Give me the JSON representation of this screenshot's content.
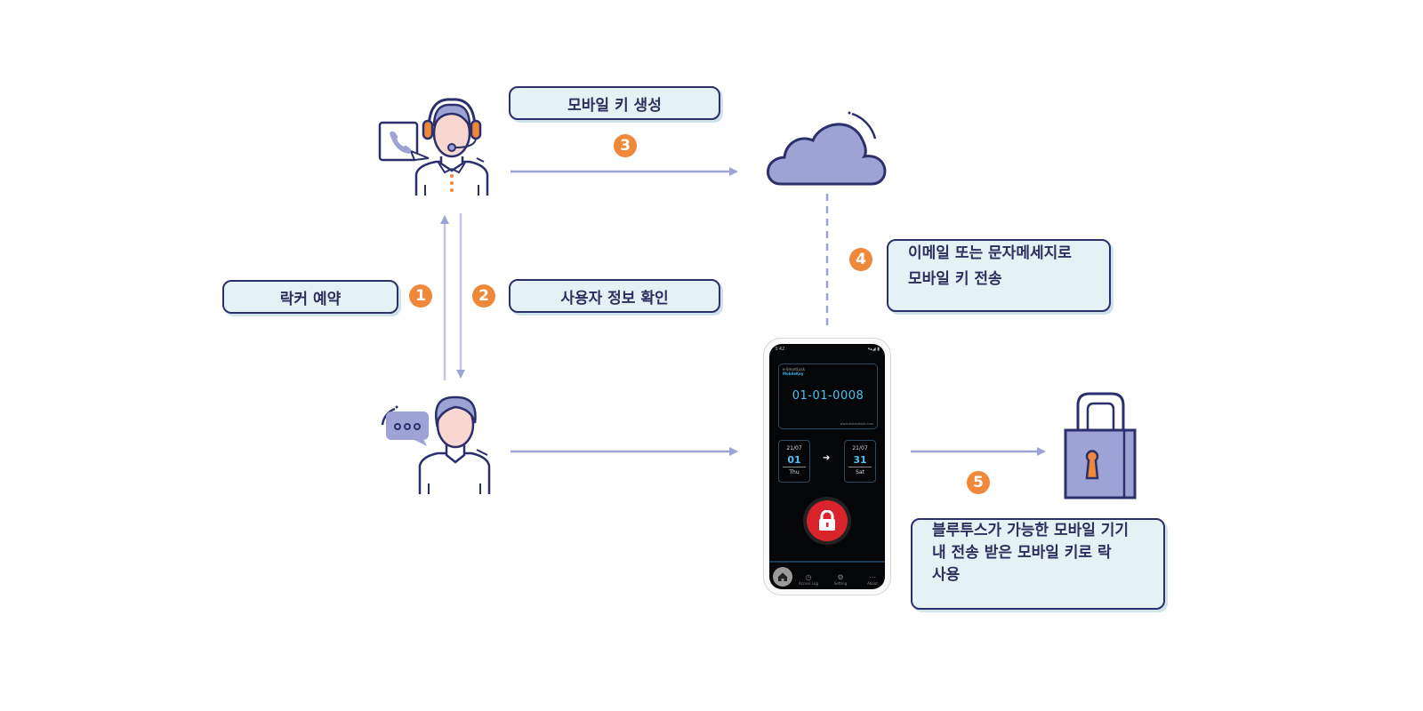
{
  "colors": {
    "navy": "#2b2f6b",
    "lavender": "#9ea3d6",
    "arrow": "#9ea3d6",
    "orange": "#f0883a",
    "box_fill": "#e4f2f6",
    "skin": "#f9d6cf"
  },
  "actors": {
    "agent": {
      "icon": "customer-service-agent-icon",
      "bubble_icon": "phone-icon"
    },
    "user": {
      "icon": "user-icon",
      "bubble_icon": "chat-bubble-icon"
    },
    "cloud": {
      "icon": "cloud-icon"
    },
    "lock": {
      "icon": "padlock-icon"
    }
  },
  "steps": [
    {
      "number": "1",
      "label": "락커 예약"
    },
    {
      "number": "2",
      "label": "사용자 정보 확인"
    },
    {
      "number": "3",
      "label": "모바일 키 생성"
    },
    {
      "number": "4",
      "label_lines": [
        "이메일 또는 문자메세지로",
        "모바일 키 전송"
      ]
    },
    {
      "number": "5",
      "label_lines": [
        "블루투스가 가능한 모바일 기기",
        "내 전송 받은 모바일 키로 락",
        "사용"
      ]
    }
  ],
  "phone": {
    "status_time": "3:42",
    "status_icons": "▾▴◢ ▮",
    "brand_line1": "e-SmartLock",
    "brand_line2": "MobileKey",
    "key_code": "01-01-0008",
    "url": "www.esmartlock.com",
    "start": {
      "year_month": "21/07",
      "day": "01",
      "weekday": "Thu"
    },
    "end": {
      "year_month": "21/07",
      "day": "31",
      "weekday": "Sat"
    },
    "arrow": "➔",
    "nav": [
      "Home",
      "Access Log",
      "Setting",
      "About"
    ]
  }
}
